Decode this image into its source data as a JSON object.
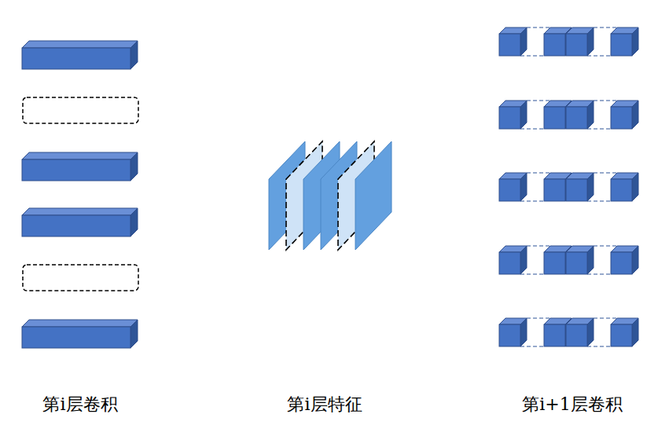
{
  "diagram": {
    "labels": [
      "第i层卷积",
      "第i层特征",
      "第i+1层卷积"
    ]
  }
}
